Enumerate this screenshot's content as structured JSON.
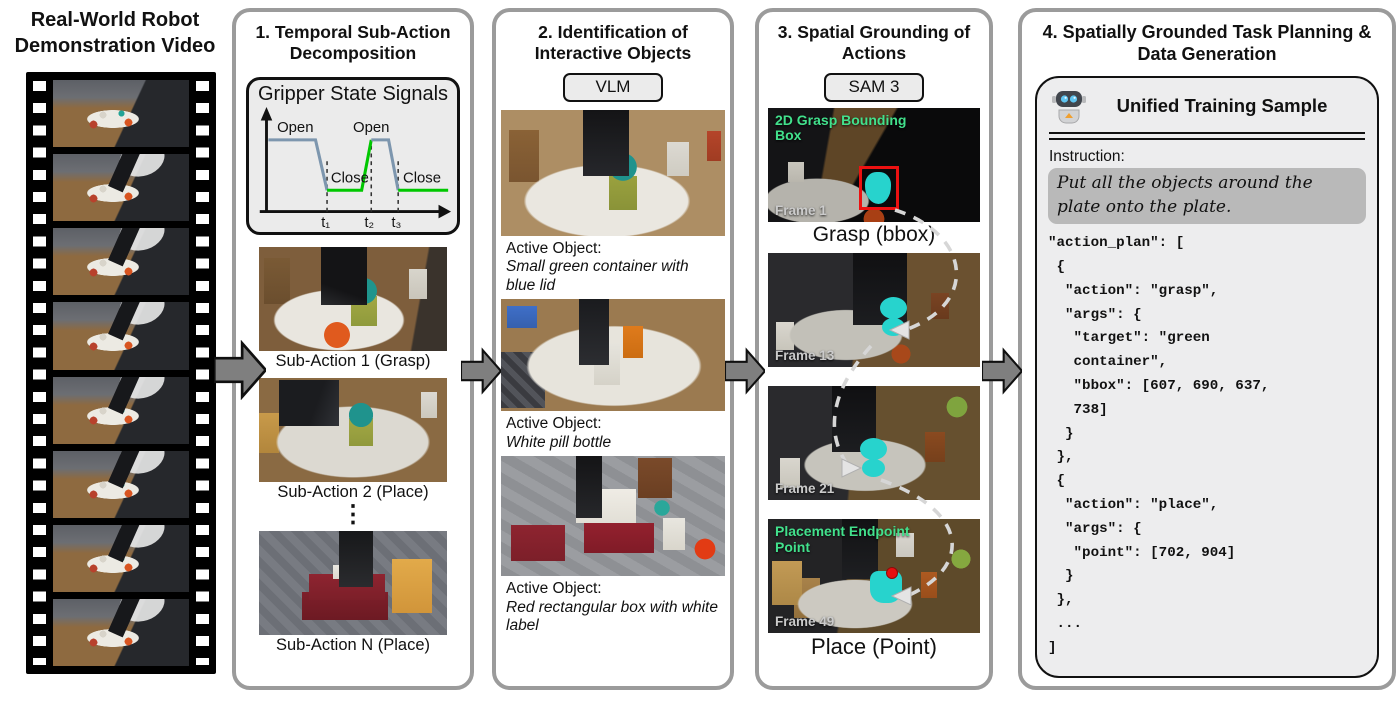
{
  "video_column": {
    "title": "Real-World Robot Demonstration Video",
    "frame_count": 8
  },
  "panel1": {
    "title": "1. Temporal Sub-Action Decomposition",
    "signal_box": {
      "title": "Gripper State Signals",
      "open_label_1": "Open",
      "open_label_2": "Open",
      "close_label_1": "Close",
      "close_label_2": "Close",
      "tick_1": "t₁",
      "tick_2": "t₂",
      "tick_3": "t₃",
      "open_color": "#7d96ae",
      "close_color": "#00c800"
    },
    "subaction_1_caption": "Sub-Action 1 (Grasp)",
    "subaction_2_caption": "Sub-Action 2 (Place)",
    "ellipsis": "⋮",
    "subaction_n_caption": "Sub-Action N (Place)"
  },
  "panel2": {
    "title": "2. Identification of Interactive Objects",
    "model_badge": "VLM",
    "item_1_label": "Active Object:",
    "item_1_desc": "Small green container with blue lid",
    "item_2_label": "Active Object:",
    "item_2_desc": "White pill bottle",
    "item_3_label": "Active Object:",
    "item_3_desc": "Red rectangular box with white label"
  },
  "panel3": {
    "title": "3. Spatial Grounding of Actions",
    "model_badge": "SAM 3",
    "frame_1_overlay": "2D Grasp Bounding Box",
    "frame_1_tag": "Frame 1",
    "grasp_caption": "Grasp (bbox)",
    "frame_2_tag": "Frame 13",
    "frame_3_tag": "Frame 21",
    "frame_4_overlay": "Placement Endpoint Point",
    "frame_4_tag": "Frame 49",
    "place_caption": "Place (Point)",
    "overlay_text_color": "#42e18c",
    "mask_color": "#27d3cd",
    "bbox_color": "#ec1111",
    "point_color": "#e51010"
  },
  "panel4": {
    "title": "4. Spatially Grounded Task Planning & Data Generation",
    "card_header": "Unified Training Sample",
    "instruction_label": "Instruction:",
    "instruction_text": "Put all the objects around the plate onto the plate.",
    "code_lines": [
      "\"action_plan\": [",
      " {",
      "  \"action\": \"grasp\",",
      "  \"args\": {",
      "   \"target\": \"green",
      "   container\",",
      "   \"bbox\": [607, 690, 637,",
      "   738]",
      "  }",
      " },",
      " {",
      "  \"action\": \"place\",",
      "  \"args\": {",
      "   \"point\": [702, 904]",
      "  }",
      " },",
      " ...",
      "]"
    ]
  }
}
